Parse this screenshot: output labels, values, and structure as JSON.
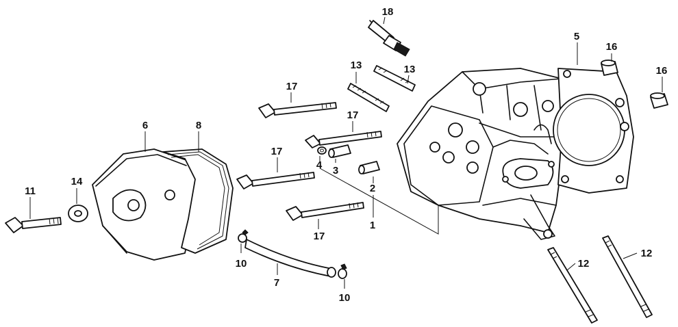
{
  "callouts": [
    {
      "id": "c1",
      "text": "1"
    },
    {
      "id": "c2",
      "text": "2"
    },
    {
      "id": "c3",
      "text": "3"
    },
    {
      "id": "c4",
      "text": "4"
    },
    {
      "id": "c5",
      "text": "5"
    },
    {
      "id": "c6",
      "text": "6"
    },
    {
      "id": "c7",
      "text": "7"
    },
    {
      "id": "c8",
      "text": "8"
    },
    {
      "id": "c10a",
      "text": "10"
    },
    {
      "id": "c10b",
      "text": "10"
    },
    {
      "id": "c11",
      "text": "11"
    },
    {
      "id": "c12a",
      "text": "12"
    },
    {
      "id": "c12b",
      "text": "12"
    },
    {
      "id": "c13a",
      "text": "13"
    },
    {
      "id": "c13b",
      "text": "13"
    },
    {
      "id": "c14",
      "text": "14"
    },
    {
      "id": "c16a",
      "text": "16"
    },
    {
      "id": "c16b",
      "text": "16"
    },
    {
      "id": "c17a",
      "text": "17"
    },
    {
      "id": "c17b",
      "text": "17"
    },
    {
      "id": "c17c",
      "text": "17"
    },
    {
      "id": "c17d",
      "text": "17"
    },
    {
      "id": "c18",
      "text": "18"
    }
  ]
}
